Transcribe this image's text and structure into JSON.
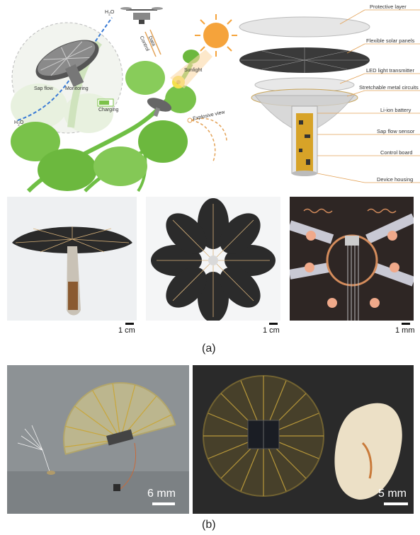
{
  "panel_a": {
    "illustration": {
      "h2o_top": "H2O",
      "h2o_bottom": "H2O",
      "sap_flow": "Sap flow",
      "monitoring": "Monitoring",
      "charging": "Charging",
      "data": "Data",
      "control": "Control",
      "sunlight": "Sunlight",
      "explosive_view": "Explosive view"
    },
    "layers": [
      "Protective layer",
      "Flexible solar panels",
      "LED light transmitter",
      "Stretchable metal circuits",
      "Li-ion battery",
      "Sap flow sensor",
      "Control board",
      "Device housing"
    ],
    "scales": [
      "1 cm",
      "1 cm",
      "1 mm"
    ],
    "caption": "(a)"
  },
  "panel_b": {
    "scales": [
      "6 mm",
      "5 mm"
    ],
    "caption": "(b)"
  },
  "colors": {
    "leaf": "#7cc24a",
    "leaf_dark": "#4f9a2a",
    "sun": "#f5a33b",
    "orange_line": "#e3a257",
    "solar": "#2b2b2b",
    "gold": "#d7a328"
  }
}
